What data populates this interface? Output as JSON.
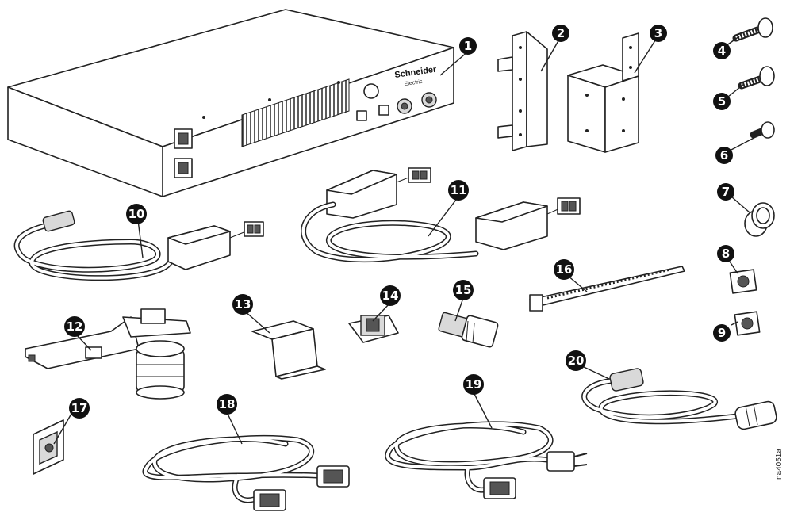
{
  "brand": {
    "line1": "Schneider",
    "line2": "Electric"
  },
  "figure_code": "na4051a",
  "callouts": [
    "1",
    "2",
    "3",
    "4",
    "5",
    "6",
    "7",
    "8",
    "9",
    "10",
    "11",
    "12",
    "13",
    "14",
    "15",
    "16",
    "17",
    "18",
    "19",
    "20"
  ]
}
